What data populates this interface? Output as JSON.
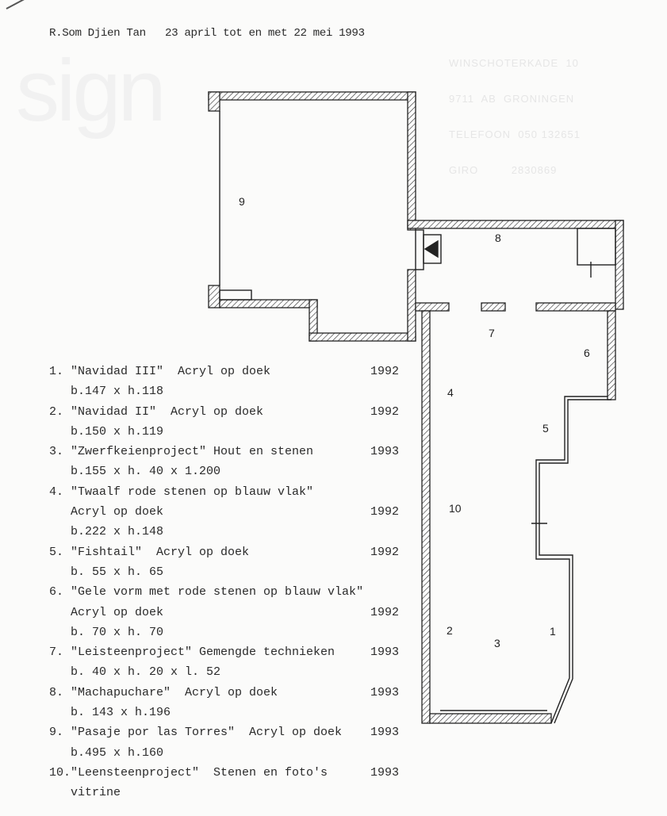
{
  "header": "R.Som Djien Tan   23 april tot en met 22 mei 1993",
  "letterhead": {
    "logo": "sign",
    "lines": [
      "WINSCHOTERKADE  10",
      "9711  AB  GRONINGEN",
      "TELEFOON  050 132651",
      "GIRO         2830869"
    ]
  },
  "plan_labels": {
    "r1": "1",
    "r2": "2",
    "r3": "3",
    "r4": "4",
    "r5": "5",
    "r6": "6",
    "r7": "7",
    "r8": "8",
    "r9": "9",
    "r10": "10"
  },
  "works": [
    {
      "lines": [
        {
          "text": "1. \"Navidad III\"  Acryl op doek",
          "year": "1992"
        },
        {
          "text": "   b.147 x h.118"
        }
      ]
    },
    {
      "lines": [
        {
          "text": "2. \"Navidad II\"  Acryl op doek",
          "year": "1992"
        },
        {
          "text": "   b.150 x h.119"
        }
      ]
    },
    {
      "lines": [
        {
          "text": "3. \"Zwerfkeienproject\" Hout en stenen",
          "year": "1993"
        },
        {
          "text": "   b.155 x h. 40 x 1.200"
        }
      ]
    },
    {
      "lines": [
        {
          "text": "4. \"Twaalf rode stenen op blauw vlak\""
        },
        {
          "text": "   Acryl op doek",
          "year": "1992"
        },
        {
          "text": "   b.222 x h.148"
        }
      ]
    },
    {
      "lines": [
        {
          "text": "5. \"Fishtail\"  Acryl op doek",
          "year": "1992"
        },
        {
          "text": "   b. 55 x h. 65"
        }
      ]
    },
    {
      "lines": [
        {
          "text": "6. \"Gele vorm met rode stenen op blauw vlak\""
        },
        {
          "text": "   Acryl op doek",
          "year": "1992"
        },
        {
          "text": "   b. 70 x h. 70"
        }
      ]
    },
    {
      "lines": [
        {
          "text": "7. \"Leisteenproject\" Gemengde technieken",
          "year": "1993"
        },
        {
          "text": "   b. 40 x h. 20 x l. 52"
        }
      ]
    },
    {
      "lines": [
        {
          "text": "8. \"Machapuchare\"  Acryl op doek",
          "year": "1993"
        },
        {
          "text": "   b. 143 x h.196"
        }
      ]
    },
    {
      "lines": [
        {
          "text": "9. \"Pasaje por las Torres\"  Acryl op doek",
          "year": "1993"
        },
        {
          "text": "   b.495 x h.160"
        }
      ]
    },
    {
      "lines": [
        {
          "text": "10.\"Leensteenproject\"  Stenen en foto's",
          "year": "1993"
        },
        {
          "text": "   vitrine"
        }
      ]
    }
  ]
}
